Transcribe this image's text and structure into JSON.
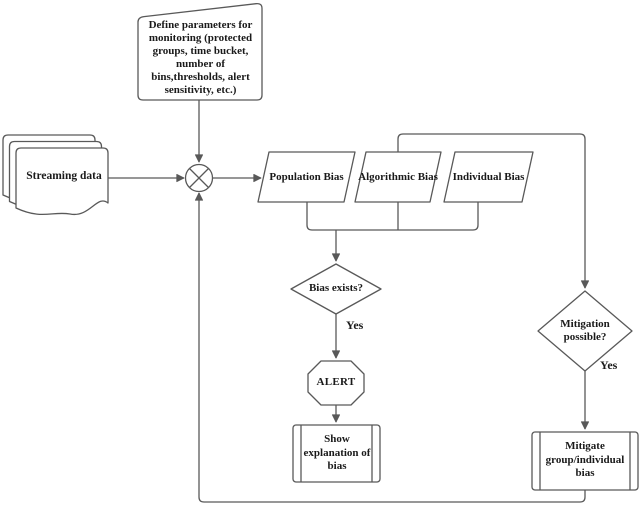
{
  "diagram": {
    "background": "#ffffff",
    "stroke_color": "#595959",
    "text_color": "#1a1a1a",
    "nodes": {
      "define_parameters": {
        "shape": "card-note",
        "label": "Define parameters for monitoring (protected groups, time bucket, number of bins,thresholds, alert sensitivity, etc.)"
      },
      "streaming_data": {
        "shape": "multi-document",
        "label": "Streaming data"
      },
      "merge_junction": {
        "shape": "circle-cross-junction",
        "label": ""
      },
      "population_bias": {
        "shape": "parallelogram",
        "label": "Population Bias"
      },
      "algorithmic_bias": {
        "shape": "parallelogram",
        "label": "Algorithmic Bias"
      },
      "individual_bias": {
        "shape": "parallelogram",
        "label": "Individual Bias"
      },
      "bias_exists": {
        "shape": "decision-diamond",
        "label": "Bias exists?"
      },
      "alert": {
        "shape": "octagon",
        "label": "ALERT"
      },
      "show_explanation": {
        "shape": "predefined-process",
        "label": "Show explanation of bias"
      },
      "mitigation_possible": {
        "shape": "decision-diamond",
        "label": "Mitigation possible?"
      },
      "mitigate_bias": {
        "shape": "predefined-process",
        "label": "Mitigate group/individual bias"
      }
    },
    "edge_labels": {
      "bias_exists_yes": "Yes",
      "mitigation_possible_yes": "Yes"
    }
  }
}
